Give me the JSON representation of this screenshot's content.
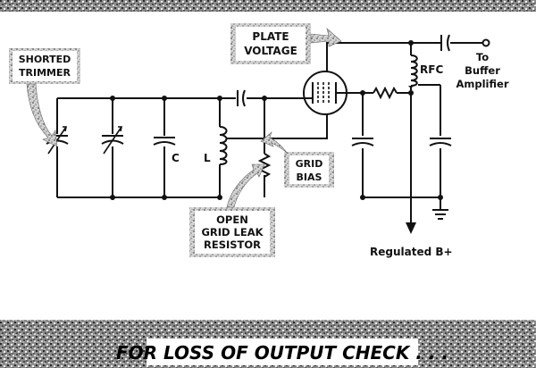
{
  "callouts": {
    "plate_voltage": [
      "PLATE",
      "VOLTAGE"
    ],
    "shorted_trimmer": [
      "SHORTED",
      "TRIMMER"
    ],
    "grid_bias": [
      "GRID",
      "BIAS"
    ],
    "open_grid_leak": [
      "OPEN",
      "GRID LEAK",
      "RESISTOR"
    ]
  },
  "component_labels": {
    "capacitor": "C",
    "inductor": "L",
    "rfc": "RFC"
  },
  "output_label": [
    "To",
    "Buffer",
    "Amplifier"
  ],
  "supply_label": "Regulated B+",
  "caption": "FOR LOSS OF OUTPUT CHECK . . ."
}
